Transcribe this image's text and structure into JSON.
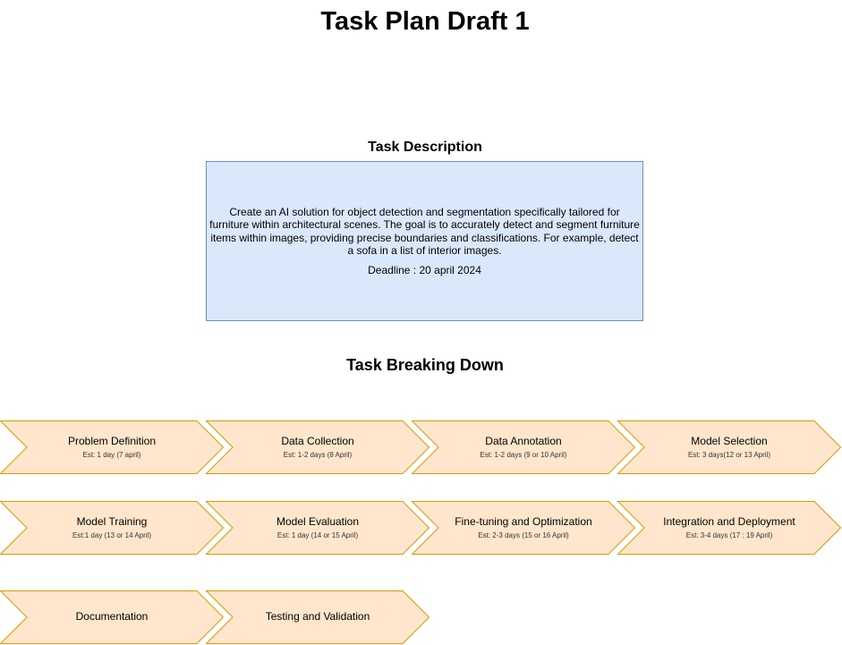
{
  "title": "Task Plan Draft 1",
  "description": {
    "heading": "Task Description",
    "text": "Create an AI solution for object detection and segmentation specifically tailored for furniture within architectural scenes. The goal is to accurately detect and segment furniture items within images, providing precise boundaries and classifications. For example, detect a sofa in a list of interior images.",
    "deadline": "Deadline : 20 april 2024"
  },
  "breakdown": {
    "heading": "Task Breaking Down",
    "steps": [
      {
        "label": "Problem Definition",
        "estimate": "Est: 1 day (7 april)"
      },
      {
        "label": "Data Collection",
        "estimate": "Est: 1-2 days (8 April)"
      },
      {
        "label": "Data Annotation",
        "estimate": "Est: 1-2 days (9 or 10 April)"
      },
      {
        "label": "Model Selection",
        "estimate": "Est: 3 days(12 or 13 April)"
      },
      {
        "label": "Model Training",
        "estimate": "Est:1 day (13 or 14 April)"
      },
      {
        "label": "Model Evaluation",
        "estimate": "Est: 1 day (14 or 15 April)"
      },
      {
        "label": "Fine-tuning and Optimization",
        "estimate": "Est: 2-3 days (15 or 16 April)"
      },
      {
        "label": "Integration and Deployment",
        "estimate": "Est: 3-4 days (17 : 19 April)"
      },
      {
        "label": "Documentation",
        "estimate": ""
      },
      {
        "label": "Testing and Validation",
        "estimate": ""
      }
    ]
  },
  "colors": {
    "description_fill": "#dae8fc",
    "description_stroke": "#6c8ebf",
    "step_fill": "#ffe6cc",
    "step_stroke": "#d79b00"
  }
}
